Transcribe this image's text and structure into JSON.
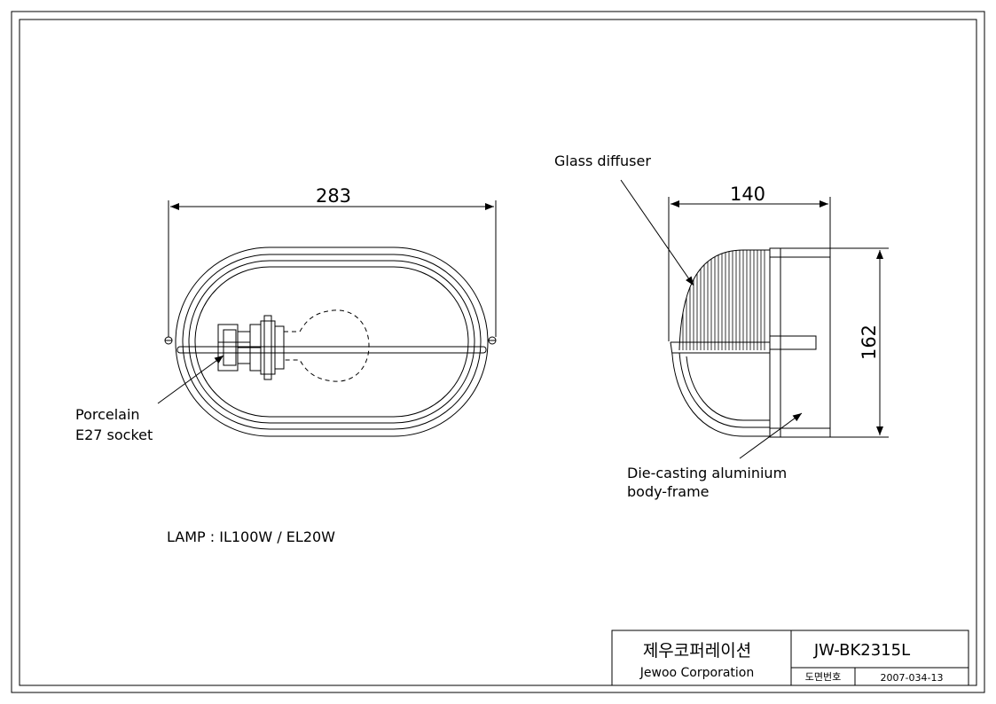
{
  "dimensions": {
    "front_width": "283",
    "side_depth": "140",
    "side_height": "162"
  },
  "annotations": {
    "socket_line1": "Porcelain",
    "socket_line2": "E27  socket",
    "diffuser": "Glass diffuser",
    "frame_line1": "Die-casting aluminium",
    "frame_line2": "body-frame",
    "lamp_spec": "LAMP : IL100W / EL20W"
  },
  "title_block": {
    "company_korean": "제우코퍼레이션",
    "company_english": "Jewoo Corporation",
    "model": "JW-BK2315L",
    "drawing_no_label": "도면번호",
    "drawing_no": "2007-034-13"
  }
}
